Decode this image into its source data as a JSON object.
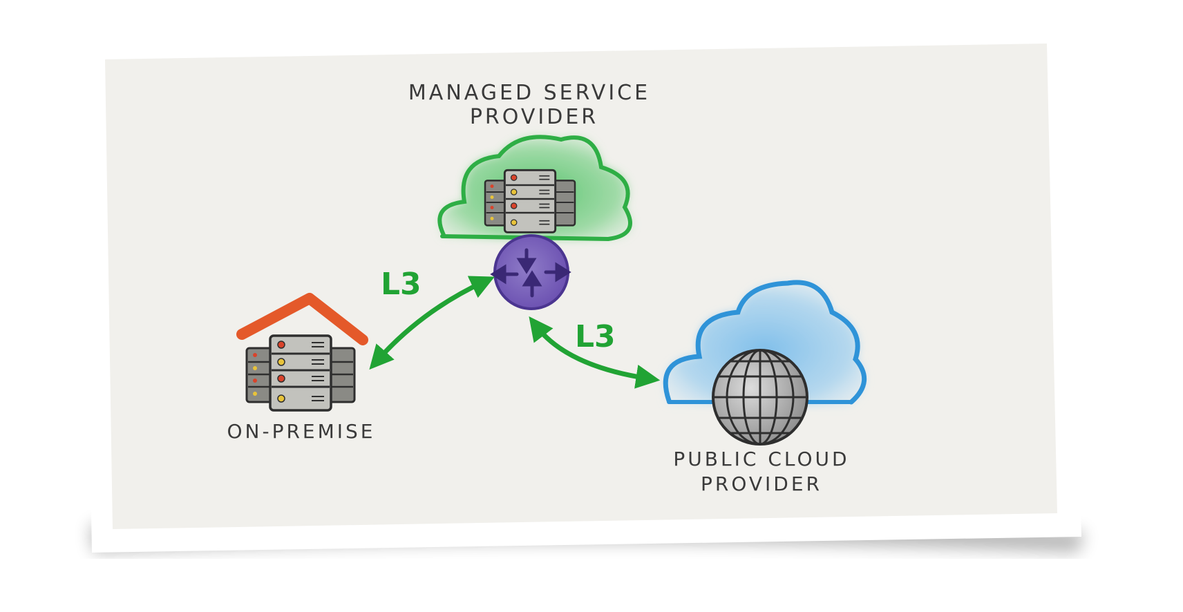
{
  "labels": {
    "msp_line1": "MANAGED SERVICE",
    "msp_line2": "PROVIDER",
    "on_premise": "ON-PREMISE",
    "public_cloud_line1": "PUBLIC CLOUD",
    "public_cloud_line2": "PROVIDER",
    "link_left": "L3",
    "link_right": "L3"
  },
  "colors": {
    "paper": "#f1f0ec",
    "msp_cloud": "#2eae45",
    "public_cloud": "#2f93d8",
    "router": "#6a4fb0",
    "roof": "#e4592a",
    "arrow": "#21a334",
    "server_body": "#b9b9b4",
    "ink": "#3a3a3a"
  },
  "icons": [
    "server-rack-icon",
    "router-icon",
    "globe-icon",
    "house-roof-icon",
    "cloud-icon"
  ]
}
